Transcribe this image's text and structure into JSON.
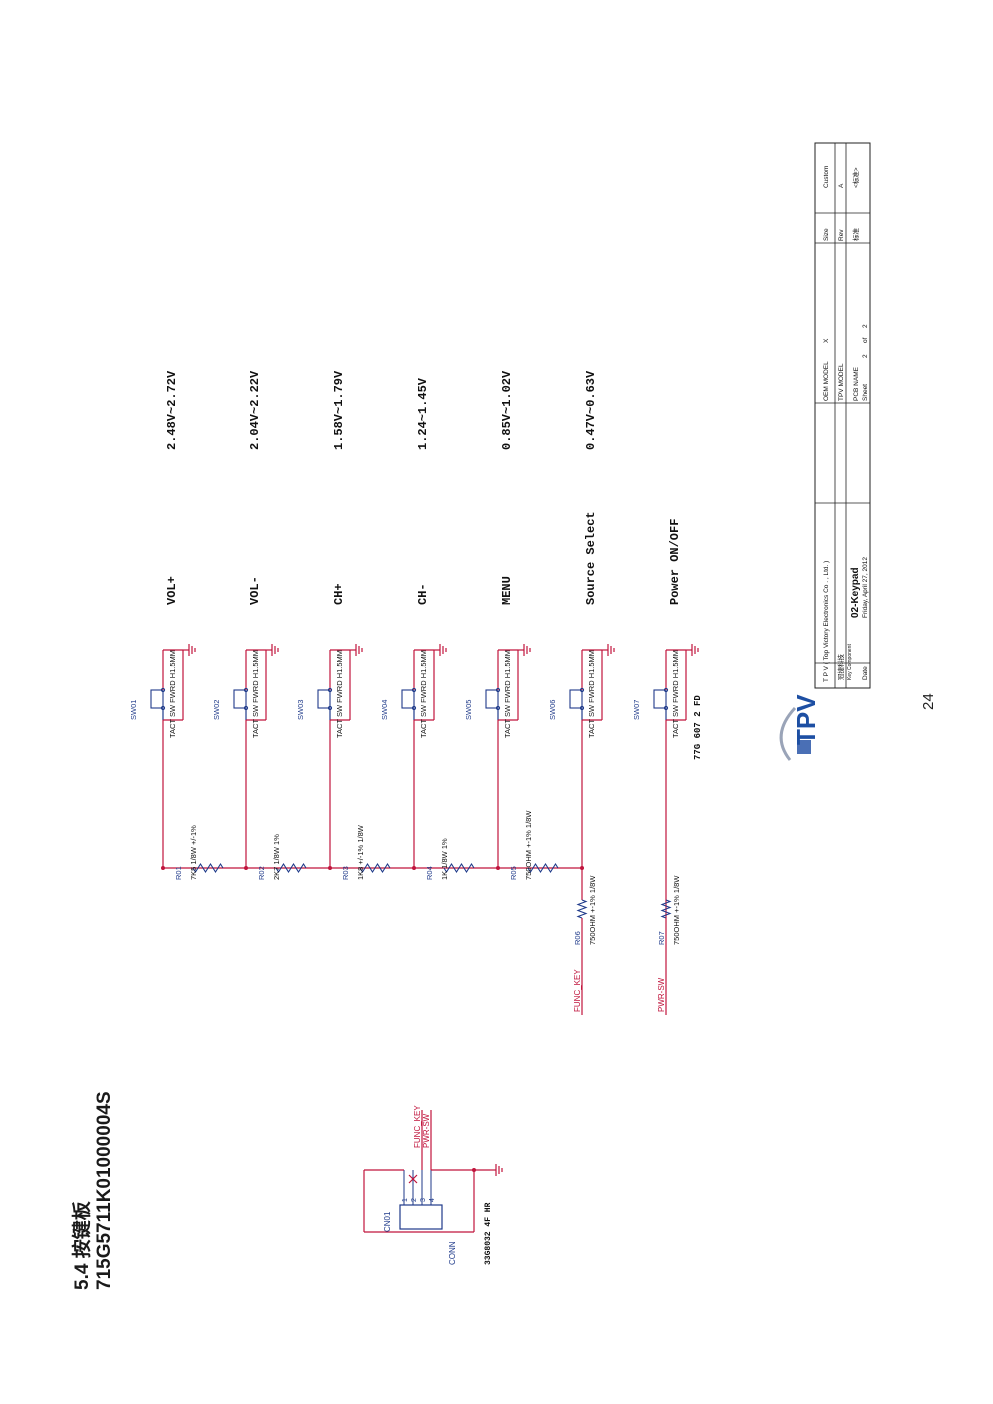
{
  "heading": {
    "line1": "5.4 按键板",
    "line2": "715G5711K01000004S"
  },
  "connector": {
    "ref": "CN01",
    "name": "CONN",
    "part": "33G8032 4F HR",
    "pins": [
      "1",
      "2",
      "3",
      "4"
    ],
    "nets": [
      "FUNC_KEY",
      "PWR-SW"
    ]
  },
  "resistors": [
    {
      "ref": "R01",
      "value": "7K5 1/8W +/-1%"
    },
    {
      "ref": "R02",
      "value": "2K7 1/8W 1%"
    },
    {
      "ref": "R03",
      "value": "1K8 +/-1% 1/8W"
    },
    {
      "ref": "R04",
      "value": "1K 1/8W 1%"
    },
    {
      "ref": "R05",
      "value": "750OHM +-1% 1/8W"
    },
    {
      "ref": "R06",
      "value": "750OHM +-1% 1/8W"
    },
    {
      "ref": "R07",
      "value": "750OHM +-1% 1/8W"
    }
  ],
  "switches": [
    {
      "ref": "SW01",
      "part": "TACT SW FWRD H1.5MM",
      "function": "VOL+",
      "voltage": "2.48V~2.72V"
    },
    {
      "ref": "SW02",
      "part": "TACT SW FWRD H1.5MM",
      "function": "VOL-",
      "voltage": "2.04V~2.22V"
    },
    {
      "ref": "SW03",
      "part": "TACT SW FWRD H1.5MM",
      "function": "CH+",
      "voltage": "1.58V~1.79V"
    },
    {
      "ref": "SW04",
      "part": "TACT SW FWRD H1.5MM",
      "function": "CH-",
      "voltage": "1.24~1.45V"
    },
    {
      "ref": "SW05",
      "part": "TACT SW FWRD H1.5MM",
      "function": "MENU",
      "voltage": "0.85V~1.02V"
    },
    {
      "ref": "SW06",
      "part": "TACT SW FWRD H1.5MM",
      "function": "Source Select",
      "voltage": "0.47V~0.63V"
    },
    {
      "ref": "SW07",
      "part": "TACT SW FWRD H1.5MM",
      "function": "Power ON/OFF",
      "voltage": ""
    }
  ],
  "switch_part_note": "77G 607  2 FD",
  "nets": {
    "func_key": "FUNC_KEY",
    "pwr_sw": "PWR-SW"
  },
  "title_block": {
    "logo": "TPV",
    "company": "T P V  ( Top   Victory   Electronics   Co . ,  Ltd. )",
    "oem_model_label": "OEM MODEL",
    "oem_model_value": "X",
    "size_label": "Size",
    "size_value": "Custom",
    "chinese_label": "冠捷科技",
    "tpv_model_label": "TPV MODEL",
    "rev_label": "Rev",
    "rev_value": "A",
    "key_component_label": "Key Component",
    "key_component_value": "02-Keypad",
    "pcb_name_label": "PCB NAME",
    "mark_label": "标准",
    "mark_value": "<标准>",
    "date_label": "Date",
    "date_value": "Friday, April 27, 2012",
    "sheet_label": "Sheet",
    "sheet_value": "2",
    "of_label": "of",
    "of_value": "2"
  },
  "page_number": "24",
  "colors": {
    "wire": "#c0143c",
    "component": "#1f3a8a",
    "ground": "#c0143c",
    "text": "#111111",
    "net_label": "#c0143c",
    "logo_blue": "#1d4fa3"
  }
}
